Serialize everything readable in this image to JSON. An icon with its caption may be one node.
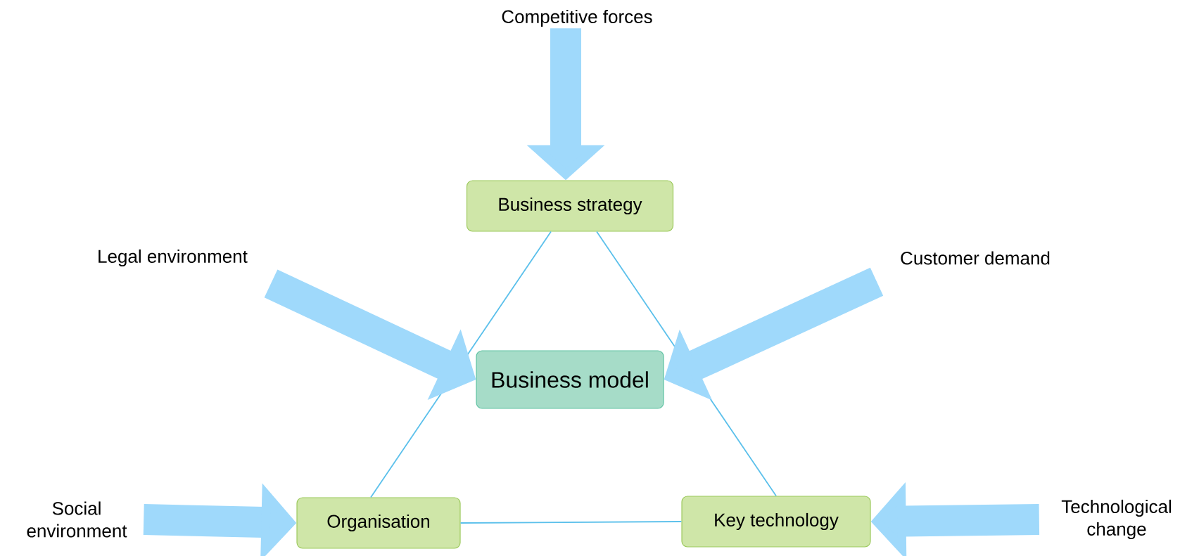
{
  "diagram": {
    "nodes": [
      {
        "text": [
          "Business strategy"
        ]
      },
      {
        "text": [
          "Business model"
        ]
      },
      {
        "text": [
          "Organisation"
        ]
      },
      {
        "text": [
          "Key technology"
        ]
      },
      {
        "text": [
          "Competitive forces"
        ]
      },
      {
        "text": [
          "Legal environment"
        ]
      },
      {
        "text": [
          "Customer demand"
        ]
      },
      {
        "text": [
          "Social environment"
        ]
      },
      {
        "text": [
          "Technological change"
        ]
      }
    ],
    "edges": [
      {
        "from": 0,
        "to": 2,
        "arrow": "none",
        "color": "#5bc0eb"
      },
      {
        "from": 0,
        "to": 3,
        "arrow": "none",
        "color": "#5bc0eb"
      },
      {
        "from": 2,
        "to": 3,
        "arrow": "none",
        "color": "#5bc0eb"
      },
      {
        "from": 4,
        "to": 0,
        "arrow": "to"
      },
      {
        "from": 5,
        "to": 1,
        "arrow": "to"
      },
      {
        "from": 6,
        "to": 1,
        "arrow": "to"
      },
      {
        "from": 7,
        "to": 2,
        "arrow": "to"
      },
      {
        "from": 8,
        "to": 3,
        "arrow": "to"
      }
    ]
  }
}
